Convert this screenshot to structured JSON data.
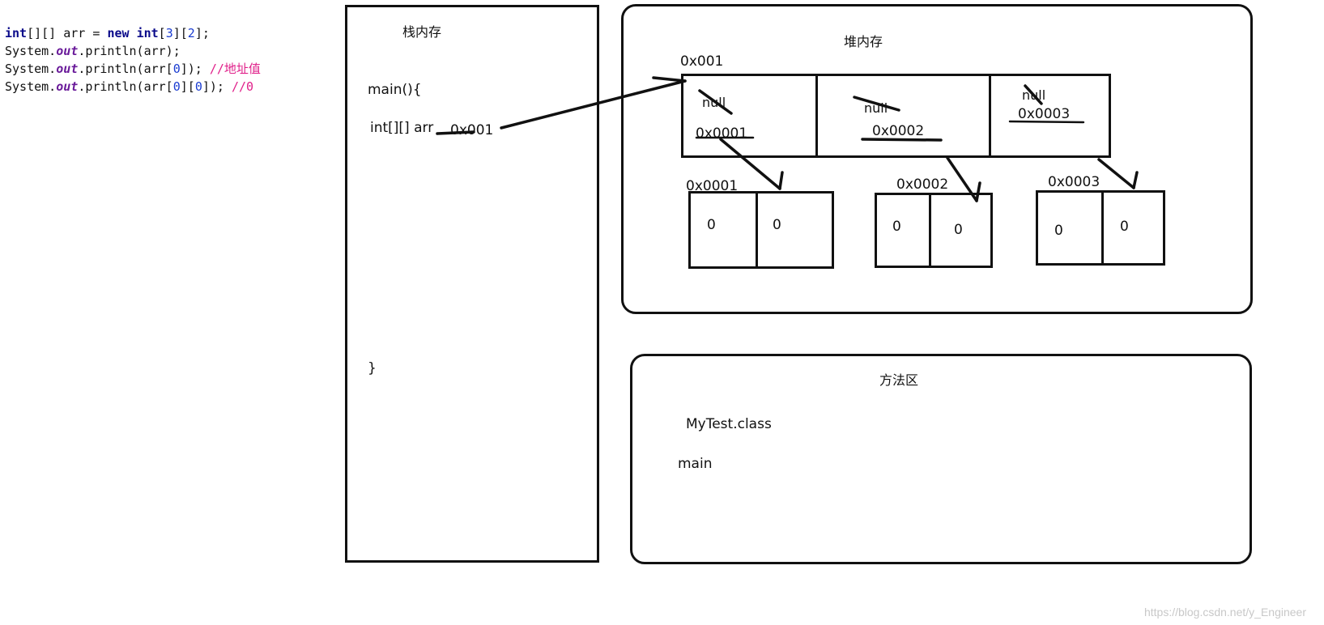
{
  "code": {
    "line1_kw_int": "int",
    "line1_text": "[][] arr = ",
    "line1_kw_new": "new",
    "line1_kw_int2": "int",
    "line1_num_a": "3",
    "line1_num_b": "2",
    "line2_prefix": "System.",
    "line2_out": "out",
    "line2_rest": ".println(arr);",
    "line3_prefix": "System.",
    "line3_out": "out",
    "line3_rest_a": ".println(arr[",
    "line3_num": "0",
    "line3_rest_b": "]); ",
    "line3_comment": "//地址值",
    "line4_prefix": "System.",
    "line4_out": "out",
    "line4_rest_a": ".println(arr[",
    "line4_num1": "0",
    "line4_mid": "][",
    "line4_num2": "0",
    "line4_rest_b": "]); ",
    "line4_comment": "//0"
  },
  "stack": {
    "title": "栈内存",
    "main_open": "main(){",
    "var_decl": "int[][] arr",
    "var_value": "0x001",
    "main_close": "}"
  },
  "heap": {
    "title": "堆内存",
    "outer_array_address": "0x001",
    "outer_cells": [
      {
        "old_value": "null",
        "value": "0x0001"
      },
      {
        "old_value": "null",
        "value": "0x0002"
      },
      {
        "old_value": "null",
        "value": "0x0003"
      }
    ],
    "inner_arrays": [
      {
        "address": "0x0001",
        "values": [
          "0",
          "0"
        ]
      },
      {
        "address": "0x0002",
        "values": [
          "0",
          "0"
        ]
      },
      {
        "address": "0x0003",
        "values": [
          "0",
          "0"
        ]
      }
    ]
  },
  "method_area": {
    "title": "方法区",
    "items": [
      "MyTest.class",
      "main"
    ]
  },
  "watermark": "https://blog.csdn.net/y_Engineer"
}
